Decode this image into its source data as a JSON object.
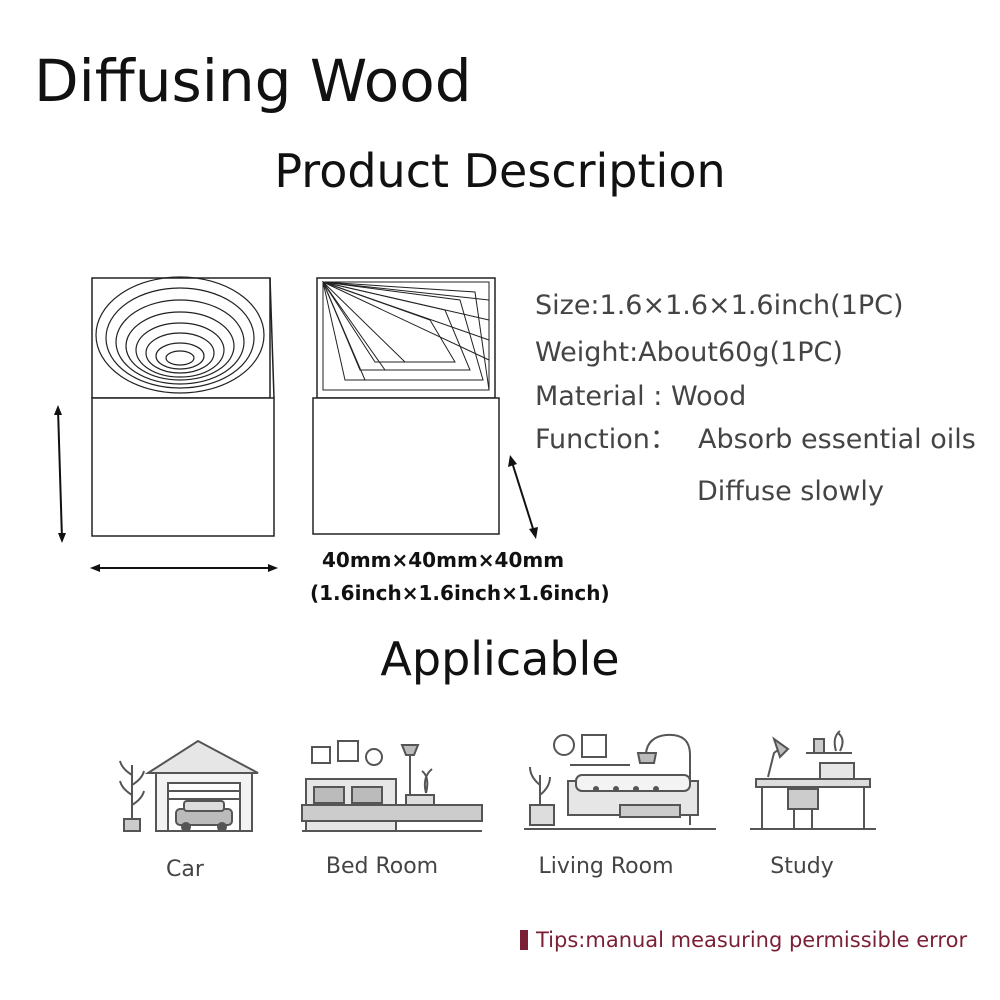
{
  "header": {
    "title": "Diffusing Wood",
    "subtitle": "Product Description"
  },
  "specs": {
    "size": "Size:1.6×1.6×1.6inch(1PC)",
    "weight": "Weight:About60g(1PC)",
    "material": "Material : Wood",
    "function_label": "Function：",
    "function_1": "Absorb essential oils",
    "function_2": "Diffuse slowly"
  },
  "dimensions": {
    "metric": "40mm×40mm×40mm",
    "imperial": "(1.6inch×1.6inch×1.6inch)"
  },
  "applicable": {
    "heading": "Applicable",
    "rooms": [
      {
        "label": "Car",
        "icon": "garage-car-icon"
      },
      {
        "label": "Bed Room",
        "icon": "bedroom-icon"
      },
      {
        "label": "Living Room",
        "icon": "living-room-icon"
      },
      {
        "label": "Study",
        "icon": "study-desk-icon"
      }
    ]
  },
  "tips": "Tips:manual measuring permissible error",
  "colors": {
    "text": "#111111",
    "spec_text": "#444444",
    "tips": "#7a1f35"
  }
}
